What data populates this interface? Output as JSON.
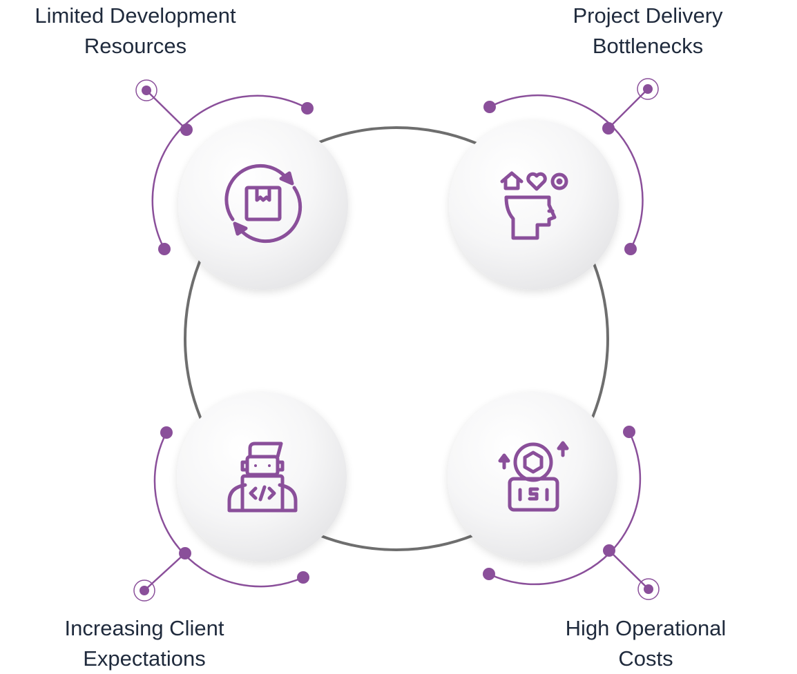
{
  "diagram": {
    "accent_color": "#8a4f9a",
    "ring_color": "#6e6e6e",
    "nodes": [
      {
        "id": "limited-development-resources",
        "label_lines": [
          "Limited Development",
          "Resources"
        ],
        "icon": "box-cycle-icon"
      },
      {
        "id": "project-delivery-bottlenecks",
        "label_lines": [
          "Project Delivery",
          "Bottlenecks"
        ],
        "icon": "head-ideas-icon"
      },
      {
        "id": "increasing-client-expectations",
        "label_lines": [
          "Increasing Client",
          "Expectations"
        ],
        "icon": "developer-coding-icon"
      },
      {
        "id": "high-operational-costs",
        "label_lines": [
          "High Operational",
          "Costs"
        ],
        "icon": "cost-growth-icon"
      }
    ]
  }
}
